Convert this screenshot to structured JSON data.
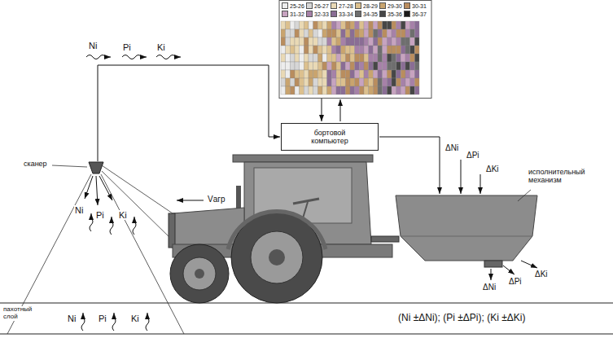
{
  "diagram": {
    "nodes": [
      {
        "text": [
          "бортовой компьютер"
        ]
      }
    ],
    "labels": [
      "Ni",
      "Pi",
      "Ki",
      "сканер",
      "Vагр",
      "ΔNi",
      "ΔPi",
      "ΔKi",
      "исполнительный механизм",
      "Ni",
      "Pi",
      "Ki",
      "ΔNi",
      "ΔPi",
      "ΔKi",
      "пахотный слой",
      "Ni",
      "Pi",
      "Ki",
      "(Ni ±ΔNi); (Pi ±ΔPi); (Ki ±ΔKi)"
    ],
    "legend": [
      {
        "text": "25-26",
        "color": "#ededed"
      },
      {
        "text": "26-27",
        "color": "#d6d6d6"
      },
      {
        "text": "27-28",
        "color": "#e9d9b5"
      },
      {
        "text": "28-29",
        "color": "#dcc08e"
      },
      {
        "text": "29-30",
        "color": "#c9a46e"
      },
      {
        "text": "30-31",
        "color": "#b98d5e"
      },
      {
        "text": "31-32",
        "color": "#c7a3c0"
      },
      {
        "text": "32-33",
        "color": "#a681a8"
      },
      {
        "text": "33-34",
        "color": "#8a6d95"
      },
      {
        "text": "34-35",
        "color": "#6e6e6e"
      },
      {
        "text": "35-36",
        "color": "#464646"
      },
      {
        "text": "36-37",
        "color": "#1a1a1a"
      }
    ]
  }
}
